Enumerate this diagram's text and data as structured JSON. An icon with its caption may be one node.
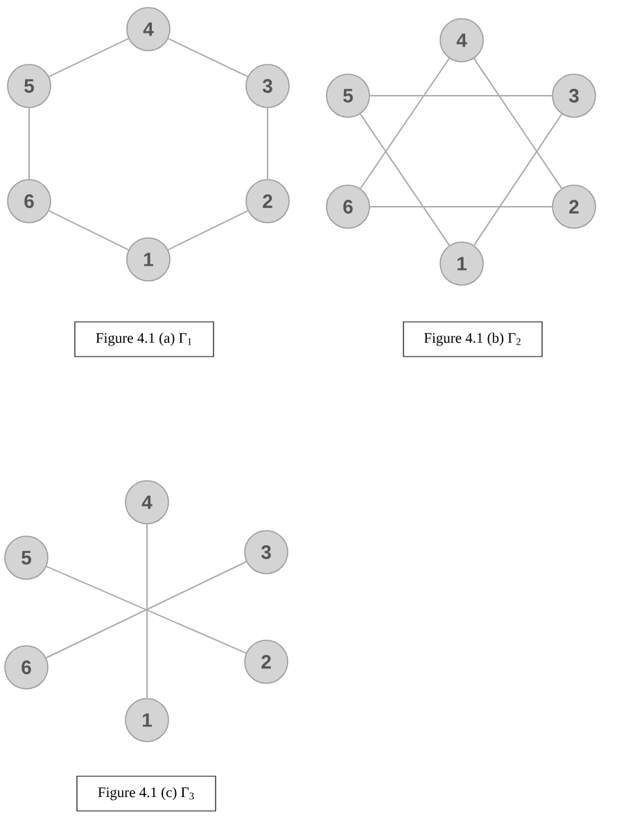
{
  "diagram": {
    "nodes": [
      {
        "text": [
          "4"
        ]
      },
      {
        "text": [
          "5"
        ]
      },
      {
        "text": [
          "3"
        ]
      },
      {
        "text": [
          "6"
        ]
      },
      {
        "text": [
          "2"
        ]
      },
      {
        "text": [
          "1"
        ]
      },
      {
        "text": [
          "Figure 4.1 (a) Γ$_{1}$"
        ]
      },
      {
        "text": [
          "4"
        ]
      },
      {
        "text": [
          "5"
        ]
      },
      {
        "text": [
          "3"
        ]
      },
      {
        "text": [
          "6"
        ]
      },
      {
        "text": [
          "2"
        ]
      },
      {
        "text": [
          "1"
        ]
      },
      {
        "text": [
          "Figure 4.1 (b) Γ$_{2}$"
        ]
      },
      {
        "text": [
          "4"
        ]
      },
      {
        "text": [
          "5"
        ]
      },
      {
        "text": [
          "3"
        ]
      },
      {
        "text": [
          "6"
        ]
      },
      {
        "text": [
          "2"
        ]
      },
      {
        "text": [
          "1"
        ]
      },
      {
        "text": [
          "Figure 4.1 (c) Γ$_{3}$"
        ]
      }
    ],
    "edges": [
      {
        "from": 0,
        "to": 1,
        "arrow": "none"
      },
      {
        "from": 0,
        "to": 2,
        "arrow": "none"
      },
      {
        "from": 1,
        "to": 3,
        "arrow": "none"
      },
      {
        "from": 2,
        "to": 4,
        "arrow": "none"
      },
      {
        "from": 3,
        "to": 5,
        "arrow": "none"
      },
      {
        "from": 4,
        "to": 5,
        "arrow": "none"
      },
      {
        "from": 7,
        "to": 10,
        "arrow": "none"
      },
      {
        "from": 7,
        "to": 11,
        "arrow": "none"
      },
      {
        "from": 8,
        "to": 9,
        "arrow": "none"
      },
      {
        "from": 8,
        "to": 12,
        "arrow": "none"
      },
      {
        "from": 10,
        "to": 11,
        "arrow": "none"
      },
      {
        "from": 9,
        "to": 12,
        "arrow": "none"
      },
      {
        "from": 14,
        "to": 19,
        "arrow": "none"
      },
      {
        "from": 15,
        "to": 18,
        "arrow": "none"
      },
      {
        "from": 16,
        "to": 17,
        "arrow": "none"
      }
    ]
  }
}
